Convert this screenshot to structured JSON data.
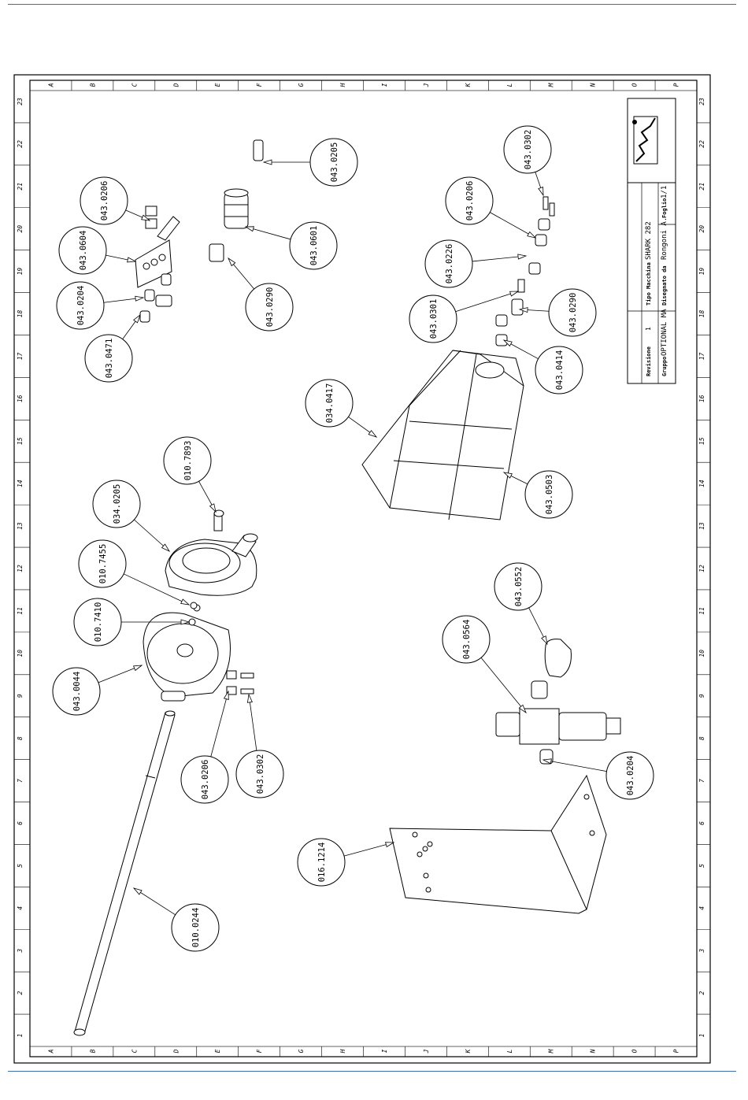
{
  "grid": {
    "letters": [
      "A",
      "B",
      "C",
      "D",
      "E",
      "F",
      "G",
      "H",
      "I",
      "J",
      "K",
      "L",
      "M",
      "N",
      "O",
      "P"
    ],
    "numbers": [
      "1",
      "2",
      "3",
      "4",
      "5",
      "6",
      "7",
      "8",
      "9",
      "10",
      "11",
      "12",
      "13",
      "14",
      "15",
      "16",
      "17",
      "18",
      "19",
      "20",
      "21",
      "22",
      "23"
    ]
  },
  "parts": [
    {
      "label": "043.0206"
    },
    {
      "label": "043.0604"
    },
    {
      "label": "043.0204"
    },
    {
      "label": "043.0471"
    },
    {
      "label": "043.0205"
    },
    {
      "label": "043.0601"
    },
    {
      "label": "043.0290"
    },
    {
      "label": "010.7893"
    },
    {
      "label": "034.0205"
    },
    {
      "label": "010.7455"
    },
    {
      "label": "010.7410"
    },
    {
      "label": "043.0044"
    },
    {
      "label": "043.0206"
    },
    {
      "label": "043.0302"
    },
    {
      "label": "010.0244"
    },
    {
      "label": "043.0302"
    },
    {
      "label": "043.0206"
    },
    {
      "label": "043.0226"
    },
    {
      "label": "043.0301"
    },
    {
      "label": "043.0290"
    },
    {
      "label": "043.0414"
    },
    {
      "label": "034.0417"
    },
    {
      "label": "043.0503"
    },
    {
      "label": "043.0552"
    },
    {
      "label": "043.0564"
    },
    {
      "label": "043.0204"
    },
    {
      "label": "016.1214"
    }
  ],
  "title_block": {
    "revision_label": "Revisione",
    "revision_value": "1",
    "machine_label": "Tipo Macchina",
    "machine_value": "SHARK 282",
    "designer_label": "Disegnato da",
    "designer_value": "Rongoni A.",
    "page_label": "Foglio",
    "page_value": "1/1",
    "group_label": "Gruppo",
    "group_value": "OPTIONAL MA"
  }
}
